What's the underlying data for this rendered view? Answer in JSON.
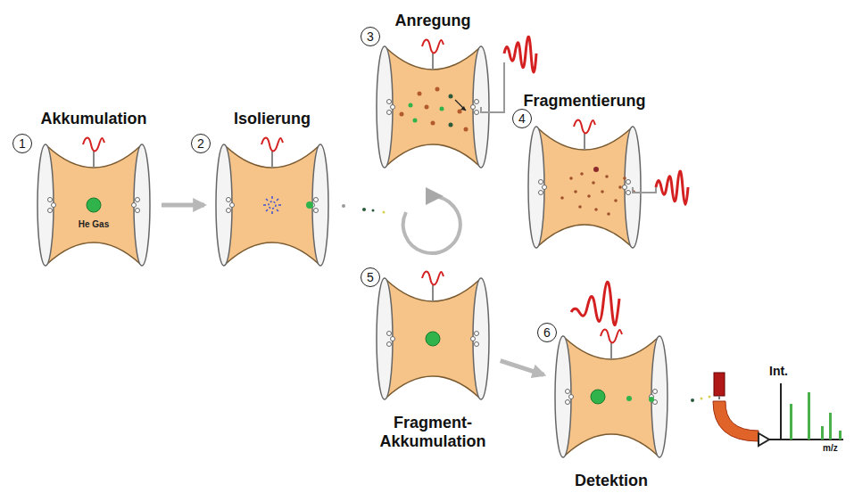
{
  "diagram": {
    "nodes": [
      {
        "text": [
          "Akkumulation",
          "He Gas"
        ]
      },
      {
        "text": [
          "Isolierung"
        ]
      },
      {
        "text": [
          "Anregung"
        ]
      },
      {
        "text": [
          "Fragmentierung"
        ]
      },
      {
        "text": [
          "Fragment-Akkumulation"
        ]
      },
      {
        "text": [
          "Detektion"
        ]
      }
    ],
    "edges": [
      {
        "from": 0,
        "to": 1,
        "arrow": "to"
      },
      {
        "from": 4,
        "to": 5,
        "arrow": "to"
      }
    ],
    "labels": [
      "1",
      "2",
      "3",
      "4",
      "5",
      "6",
      "Int.",
      "m/z"
    ]
  }
}
